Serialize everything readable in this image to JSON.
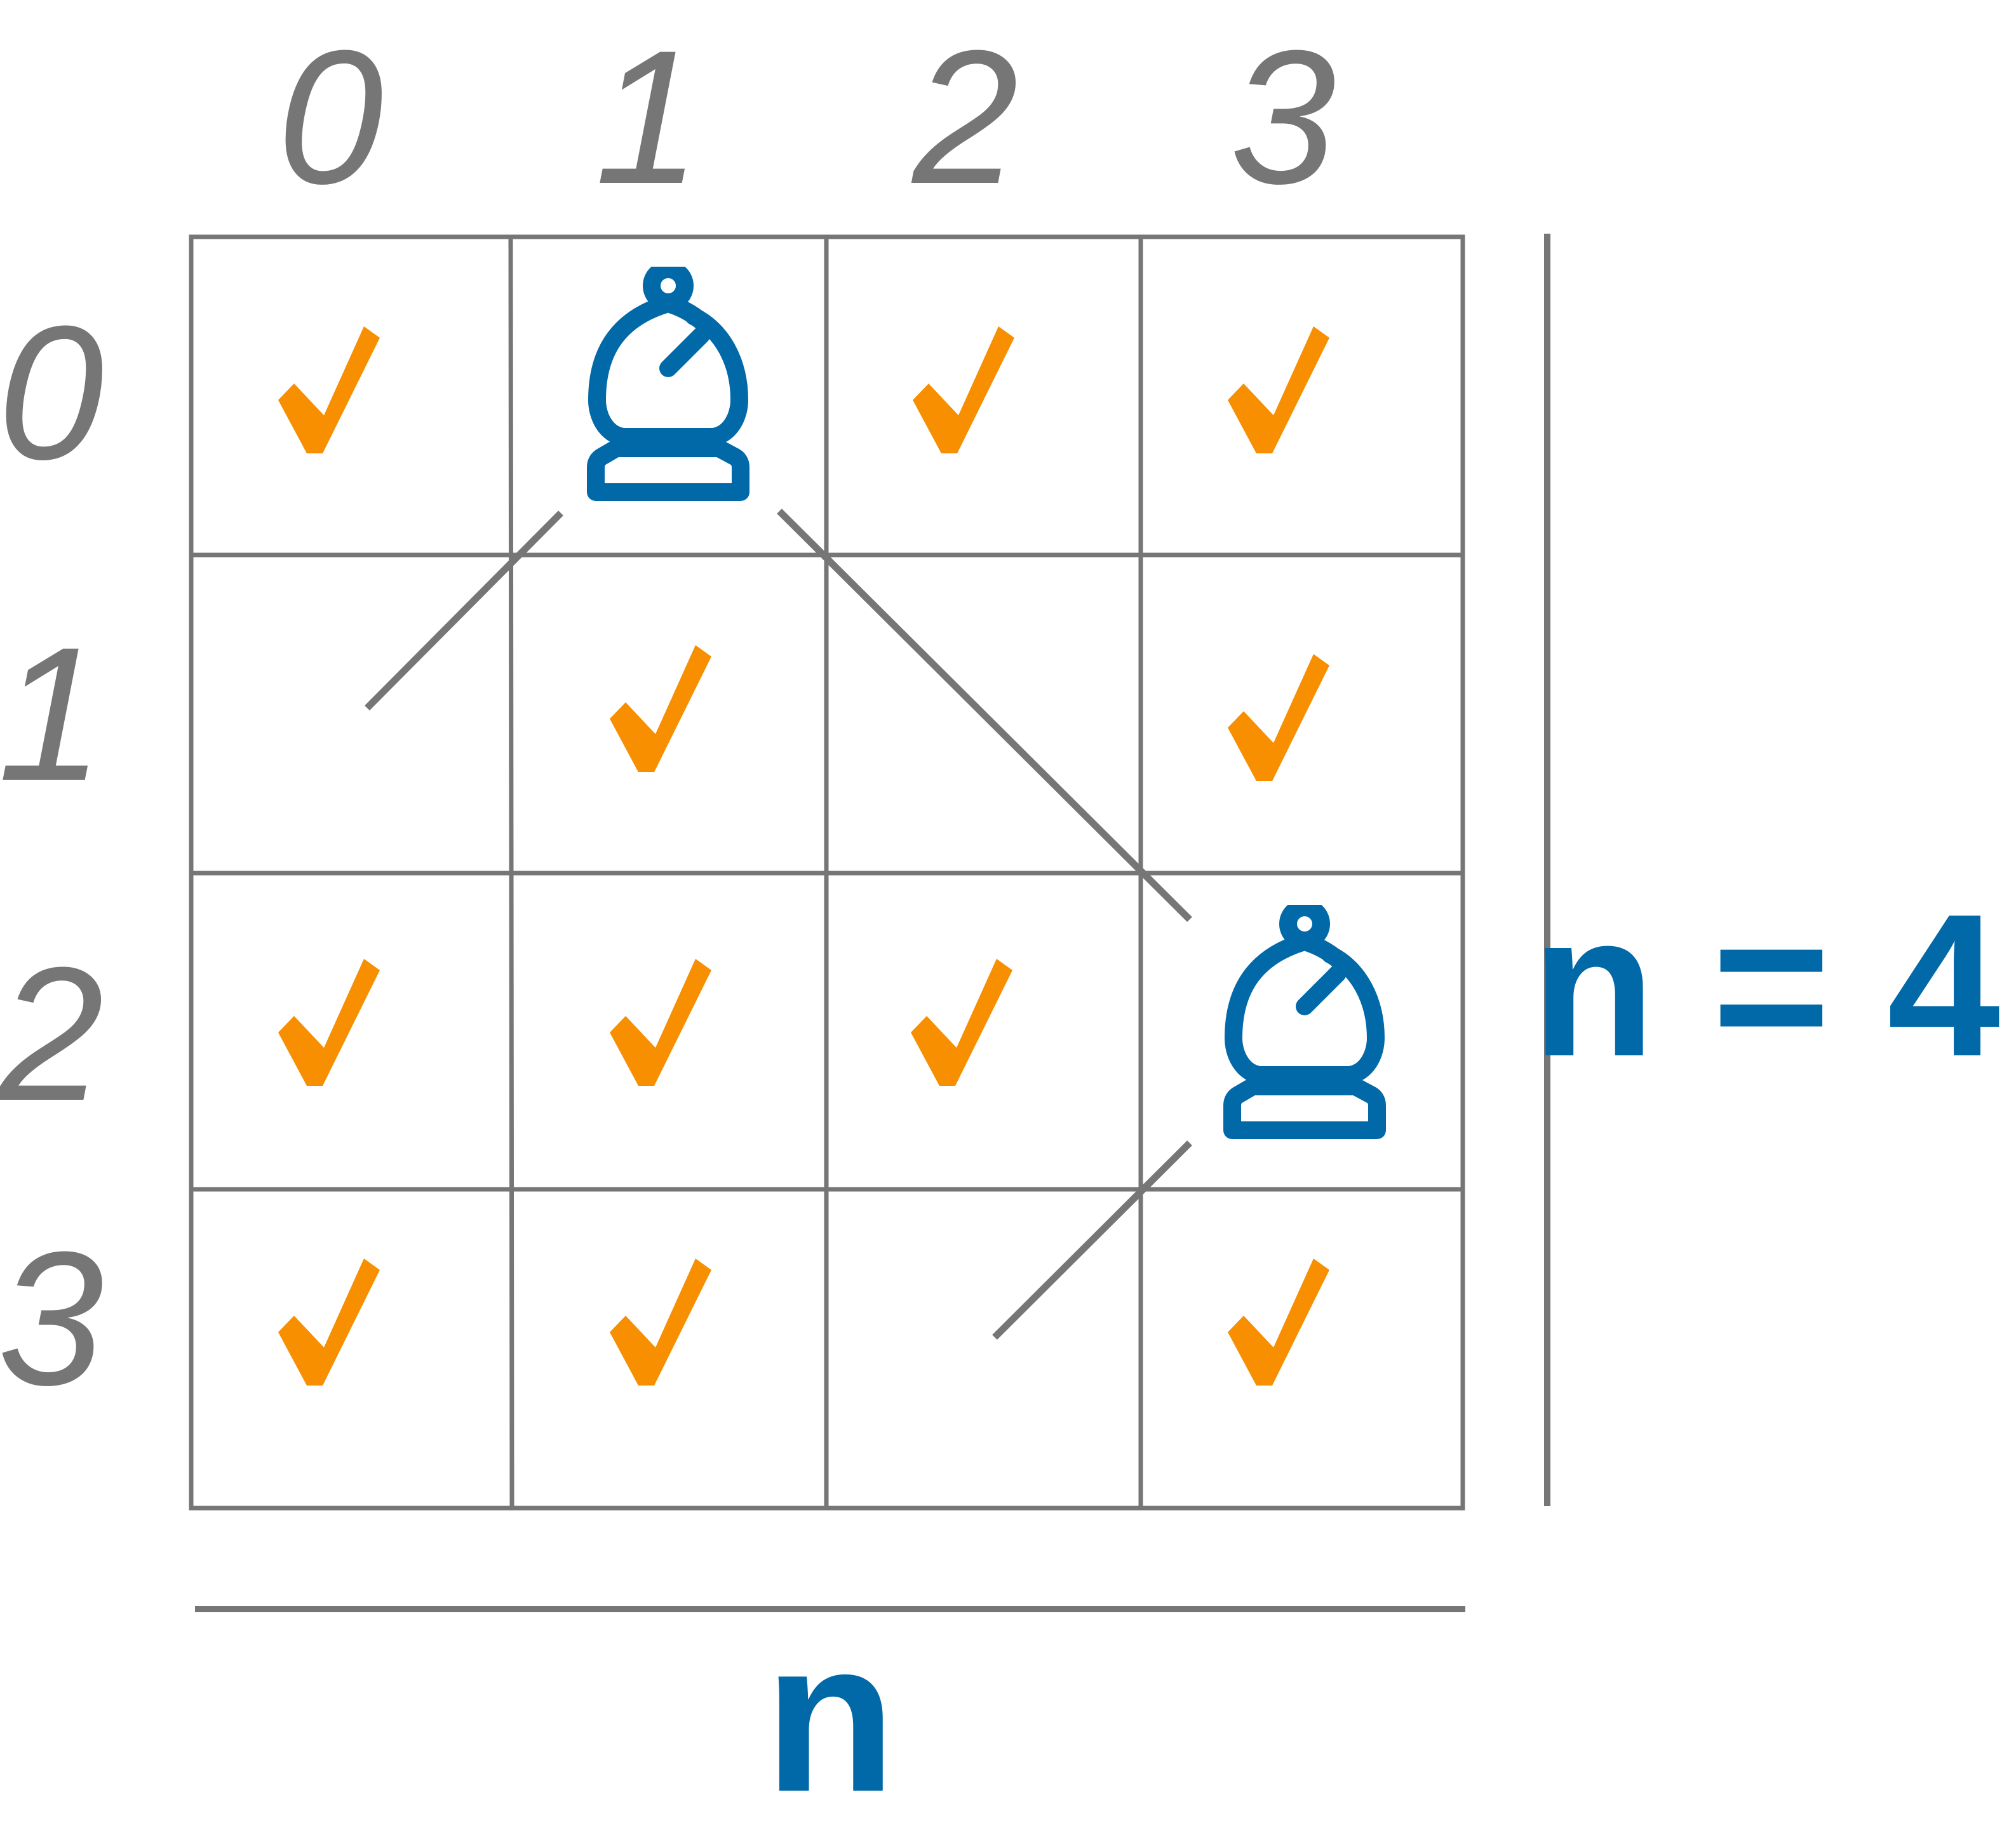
{
  "board": {
    "size": 4,
    "column_labels": [
      "0",
      "1",
      "2",
      "3"
    ],
    "row_labels": [
      "0",
      "1",
      "2",
      "3"
    ],
    "bishops": [
      {
        "row": 0,
        "col": 1
      },
      {
        "row": 2,
        "col": 3
      }
    ],
    "checkmarks": [
      {
        "row": 0,
        "col": 0
      },
      {
        "row": 0,
        "col": 2
      },
      {
        "row": 0,
        "col": 3
      },
      {
        "row": 1,
        "col": 1
      },
      {
        "row": 1,
        "col": 3
      },
      {
        "row": 2,
        "col": 0
      },
      {
        "row": 2,
        "col": 1
      },
      {
        "row": 2,
        "col": 2
      },
      {
        "row": 3,
        "col": 0
      },
      {
        "row": 3,
        "col": 1
      },
      {
        "row": 3,
        "col": 3
      }
    ]
  },
  "labels": {
    "width": "n",
    "height": "n = 4"
  },
  "icons": {
    "bishop": "chess-bishop-icon",
    "check": "checkmark-icon"
  },
  "colors": {
    "grid": "#767676",
    "bishop": "#0269a8",
    "check": "#f78f00",
    "label": "#0269a8"
  }
}
